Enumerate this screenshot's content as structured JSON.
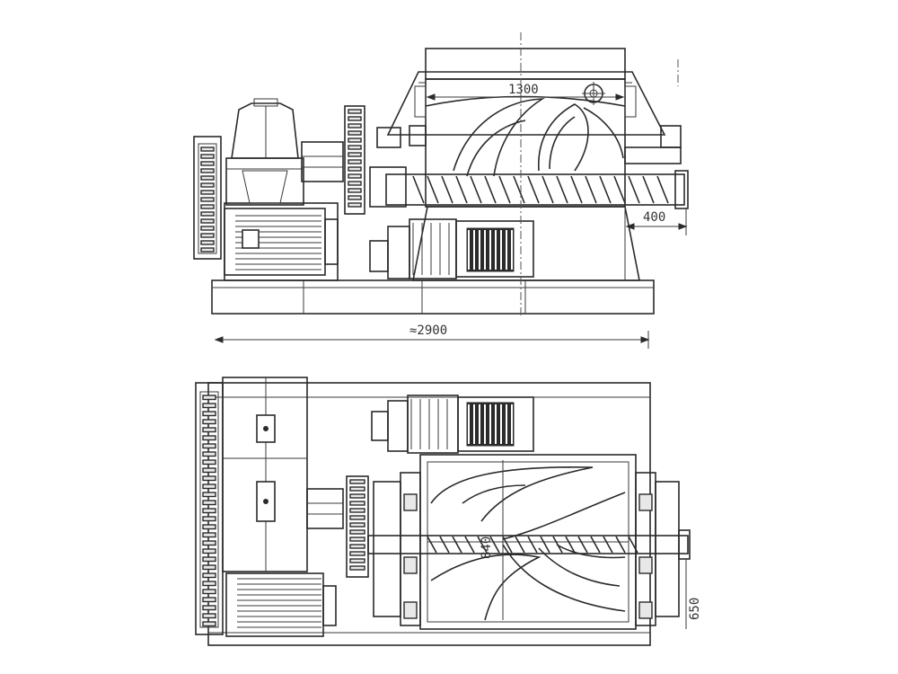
{
  "dimensions": {
    "chamber_width": "1300",
    "overall_length": "≈2900",
    "discharge_length": "400",
    "paddle_diameter": "840",
    "plan_width": "650"
  },
  "colors": {
    "line": "#2a2a2a",
    "background": "#ffffff"
  }
}
